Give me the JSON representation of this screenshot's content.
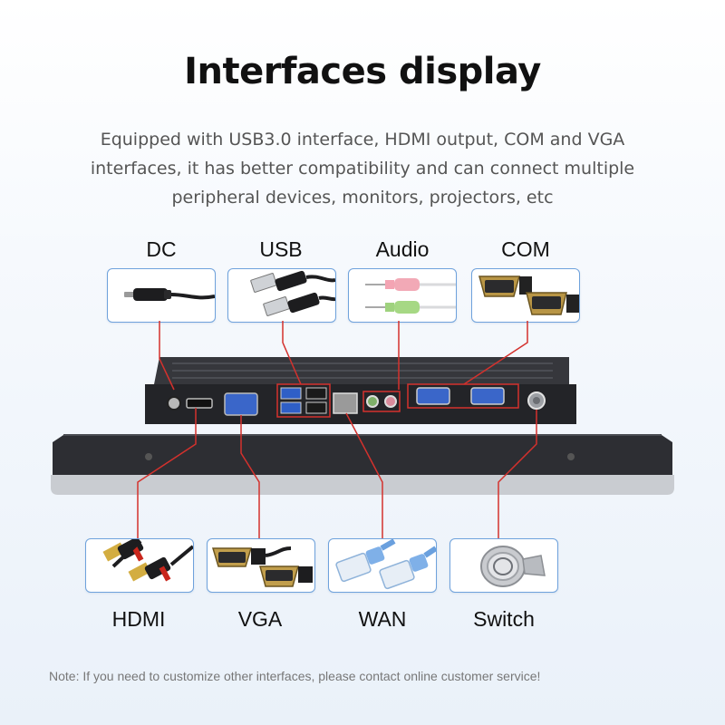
{
  "header": {
    "title": "Interfaces display",
    "description": "Equipped with USB3.0 interface, HDMI output, COM and VGA interfaces, it has better compatibility and can connect multiple peripheral devices, monitors, projectors, etc"
  },
  "interfaces_top": [
    {
      "label": "DC",
      "icon": "dc-plug-icon"
    },
    {
      "label": "USB",
      "icon": "usb-cable-icon"
    },
    {
      "label": "Audio",
      "icon": "audio-jack-icon"
    },
    {
      "label": "COM",
      "icon": "db9-connector-icon"
    }
  ],
  "interfaces_bottom": [
    {
      "label": "HDMI",
      "icon": "hdmi-cable-icon"
    },
    {
      "label": "VGA",
      "icon": "vga-cable-icon"
    },
    {
      "label": "WAN",
      "icon": "rj45-cable-icon"
    },
    {
      "label": "Switch",
      "icon": "power-switch-icon"
    }
  ],
  "footer": {
    "note": "Note: If you need to customize other interfaces, please contact online customer service!"
  },
  "colors": {
    "card_border": "#6fa2dc",
    "leader_line": "#d4312d",
    "device_body": "#2c2d31",
    "accent_port": "#3a66c9"
  }
}
